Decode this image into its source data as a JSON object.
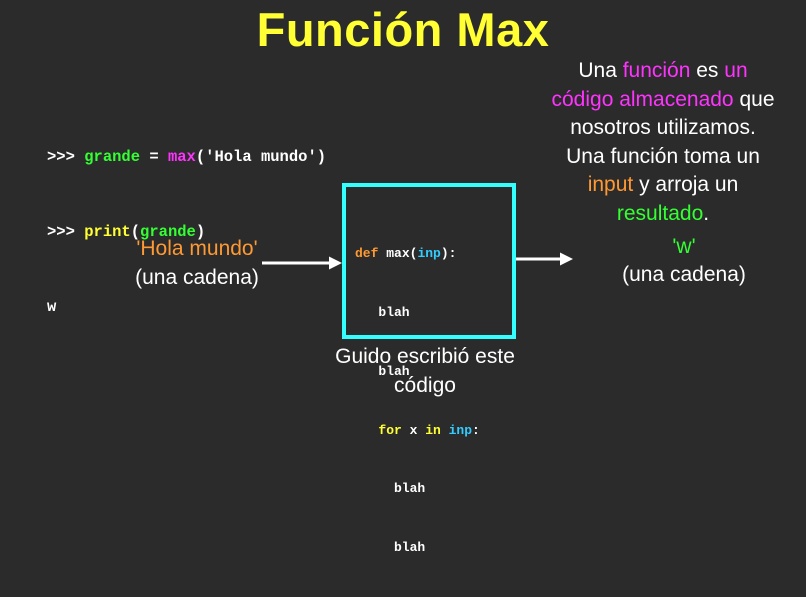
{
  "title": "Función Max",
  "repl": {
    "line1": {
      "prompt": ">>> ",
      "var": "grande",
      "op": " = ",
      "func": "max",
      "args": "('Hola mundo')"
    },
    "line2": {
      "prompt": ">>> ",
      "func": "print",
      "open": "(",
      "var": "grande",
      "close": ")"
    },
    "output": "w"
  },
  "explanation": {
    "p1": "Una ",
    "p2": "función",
    "p3": " es ",
    "p4": "un",
    "p5": "código almacenado",
    "p6": " que",
    "p7": "nosotros utilizamos.",
    "p8": "Una función toma un",
    "p9": "input",
    "p10": " y arroja un",
    "p11": "resultado",
    "p12": "."
  },
  "input_label": {
    "value": "'Hola mundo'",
    "type": "(una cadena)"
  },
  "output_label": {
    "value": "'w'",
    "type": "(una cadena)"
  },
  "function_box": {
    "def_kw": "def ",
    "def_name": "max",
    "def_open": "(",
    "def_param": "inp",
    "def_close": "):",
    "body1": "   blah",
    "body2": "   blah",
    "for_indent": "   ",
    "for_kw": "for",
    "for_var": " x ",
    "in_kw": "in",
    "for_iter": " inp",
    "for_colon": ":",
    "body3": "     blah",
    "body4": "     blah"
  },
  "caption": {
    "line1": "Guido escribió este",
    "line2": "código"
  },
  "colors": {
    "background": "#2b2b2b",
    "title": "#ffff33",
    "green": "#33ff33",
    "magenta": "#ff33ff",
    "orange": "#ff9933",
    "cyan": "#33ffff",
    "white": "#ffffff"
  },
  "icons": [
    "arrow-right-icon",
    "arrow-right-icon"
  ]
}
